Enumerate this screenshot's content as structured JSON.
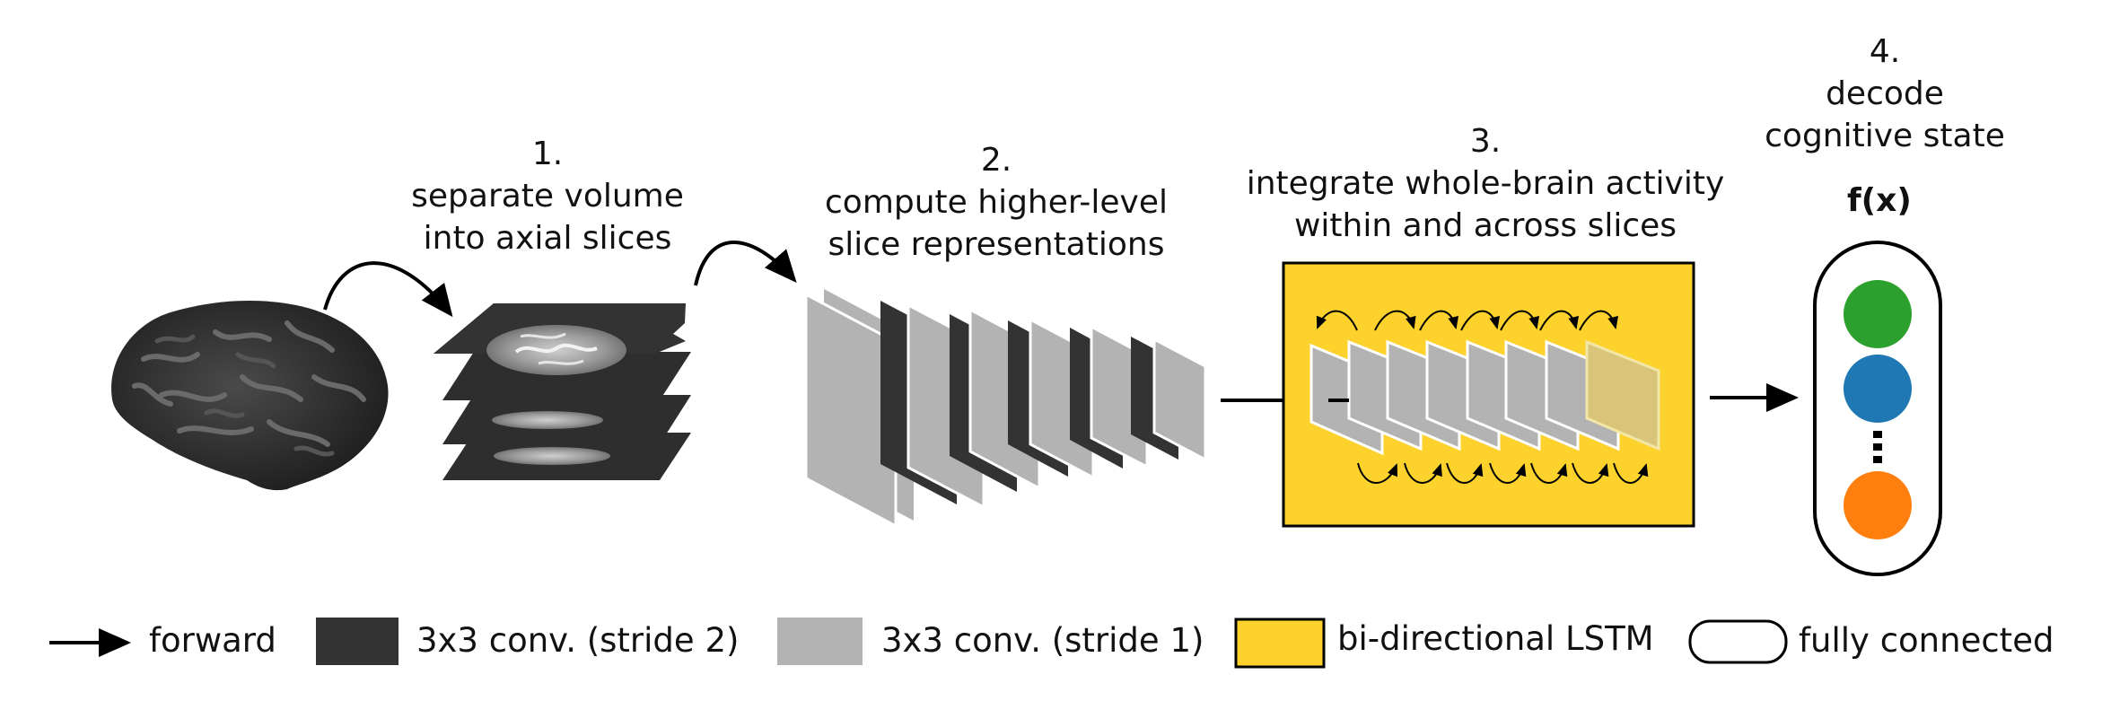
{
  "steps": [
    {
      "number": "1.",
      "line1": "separate volume",
      "line2": "into axial slices"
    },
    {
      "number": "2.",
      "line1": "compute higher-level",
      "line2": "slice representations"
    },
    {
      "number": "3.",
      "line1": "integrate whole-brain activity",
      "line2": "within and across slices"
    },
    {
      "number": "4.",
      "line1": "decode",
      "line2": "cognitive state"
    }
  ],
  "output_label": "f(x)",
  "legend": {
    "forward": "forward",
    "conv_stride2": "3x3 conv. (stride 2)",
    "conv_stride1": "3x3 conv. (stride 1)",
    "lstm": "bi-directional LSTM",
    "fully_connected": "fully connected"
  },
  "colors": {
    "dark_conv": "#333333",
    "light_conv": "#b3b3b3",
    "lstm_box": "#fdd22c",
    "node_green": "#2ca02c",
    "node_blue": "#1f77b4",
    "node_orange": "#ff7f0e",
    "brain": "#2e2e2e"
  }
}
